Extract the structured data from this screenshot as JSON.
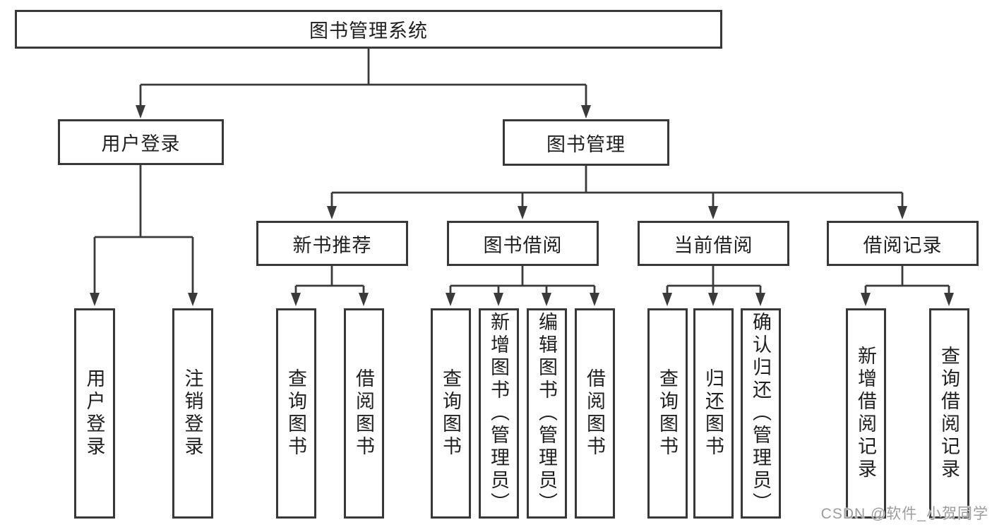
{
  "diagram": {
    "root": "图书管理系统",
    "level2": [
      "用户登录",
      "图书管理"
    ],
    "level3": [
      "新书推荐",
      "图书借阅",
      "当前借阅",
      "借阅记录"
    ],
    "leaves": {
      "user_login": [
        "用户登录",
        "注销登录"
      ],
      "new_book_recommend": [
        "查询图书",
        "借阅图书"
      ],
      "book_borrow": [
        "查询图书",
        "新增图书（管理员）",
        "编辑图书（管理员）",
        "借阅图书"
      ],
      "current_borrow": [
        "查询图书",
        "归还图书",
        "确认归还（管理员）"
      ],
      "borrow_record": [
        "新增借阅记录",
        "查询借阅记录"
      ]
    }
  },
  "watermark": "CSDN @软件_小贺同学",
  "colors": {
    "line": "#3a3a3a",
    "text": "#1f1f1f",
    "background": "#ffffff"
  }
}
